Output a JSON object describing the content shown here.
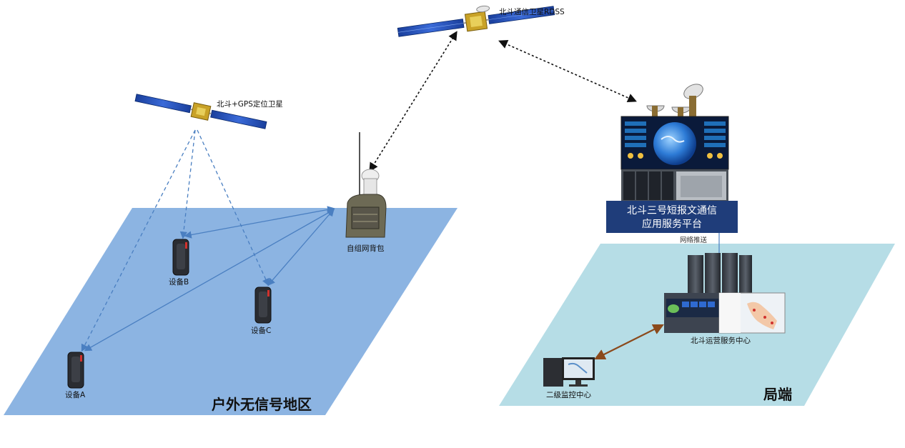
{
  "satellites": {
    "rdss_label": "北斗通信卫星RDSS",
    "gps_label": "北斗+GPS定位卫星"
  },
  "outdoor": {
    "region_label": "户外无信号地区",
    "backpack_label": "自组网背包",
    "devices": [
      "设备A",
      "设备B",
      "设备C"
    ]
  },
  "bureau": {
    "region_label": "局端",
    "platform_line1": "北斗三号短报文通信",
    "platform_line2": "应用服务平台",
    "push_label": "网络推送",
    "ops_center_label": "北斗运营服务中心",
    "monitor_label": "二级监控中心"
  },
  "colors": {
    "outdoor_area": "#8cb4e2",
    "bureau_area": "#b6dde6",
    "platform_box": "#1f3d7a",
    "link_blue": "#4a7fc1",
    "link_brown": "#8b4a1c"
  }
}
